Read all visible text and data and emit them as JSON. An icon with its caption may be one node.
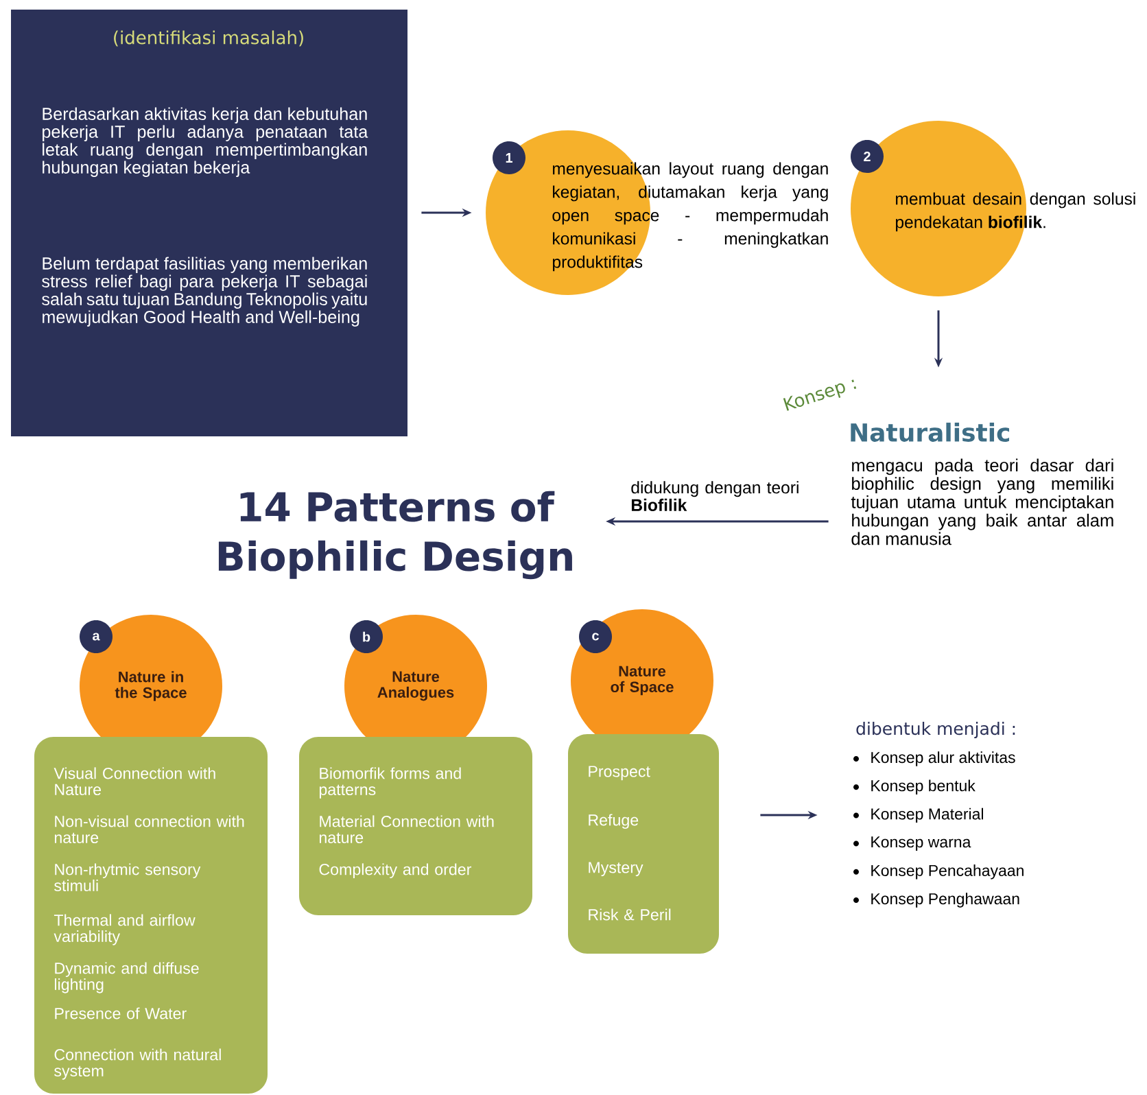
{
  "diagram": {
    "nodes": [
      {
        "text": [
          "(identifikasi masalah)",
          "Berdasarkan aktivitas kerja dan kebutuhan pekerja IT perlu adanya penataan tata letak ruang dengan mempertimbangkan hubungan kegiatan bekerja",
          "Belum terdapat fasilitias yang memberikan stress relief bagi para pekerja IT sebagai salah satu tujuan Bandung Teknopolis yaitu mewujudkan Good Health and Well-being"
        ]
      },
      {
        "text": [
          "1",
          "menyesuaikan layout ruang dengan kegiatan, diutamakan kerja yang open space - mempermudah komunikasi - meningkatkan produktifitas"
        ]
      },
      {
        "text": [
          "2",
          "membuat desain dengan solusi pendekatan **biofilik**."
        ]
      },
      {
        "text": [
          "Konsep :",
          "Naturalistic",
          "mengacu pada teori dasar dari biophilic design yang memiliki tujuan utama untuk menciptakan hubungan yang baik antar alam dan manusia"
        ]
      },
      {
        "text": [
          "14 Patterns of Biophilic Design"
        ]
      },
      {
        "text": [
          "a",
          "Nature in the Space"
        ]
      },
      {
        "text": [
          "Visual Connection with Nature",
          "Non-visual connection with nature",
          "Non-rhytmic sensory stimuli",
          "Thermal and airflow variability",
          "Dynamic and diffuse lighting",
          "Presence of Water",
          "Connection with natural system"
        ]
      },
      {
        "text": [
          "b",
          "Nature Analogues"
        ]
      },
      {
        "text": [
          "Biomorfik forms and patterns",
          "Material Connection with nature",
          "Complexity and order"
        ]
      },
      {
        "text": [
          "c",
          "Nature of Space"
        ]
      },
      {
        "text": [
          "Prospect",
          "Refuge",
          "Mystery",
          "Risk & Peril"
        ]
      },
      {
        "text": [
          "dibentuk menjadi :",
          "Konsep alur aktivitas",
          "Konsep bentuk",
          "Konsep Material",
          "Konsep warna",
          "Konsep Pencahayaan",
          "Konsep Penghawaan"
        ]
      }
    ],
    "edges": [
      {
        "from": 0,
        "to": 1,
        "arrow": "to"
      },
      {
        "from": 2,
        "to": 3,
        "arrow": "to"
      },
      {
        "from": 3,
        "to": 4,
        "arrow": "to",
        "label": "didukung dengan teori **Biofilik**"
      },
      {
        "from": 10,
        "to": 11,
        "arrow": "to"
      }
    ]
  }
}
